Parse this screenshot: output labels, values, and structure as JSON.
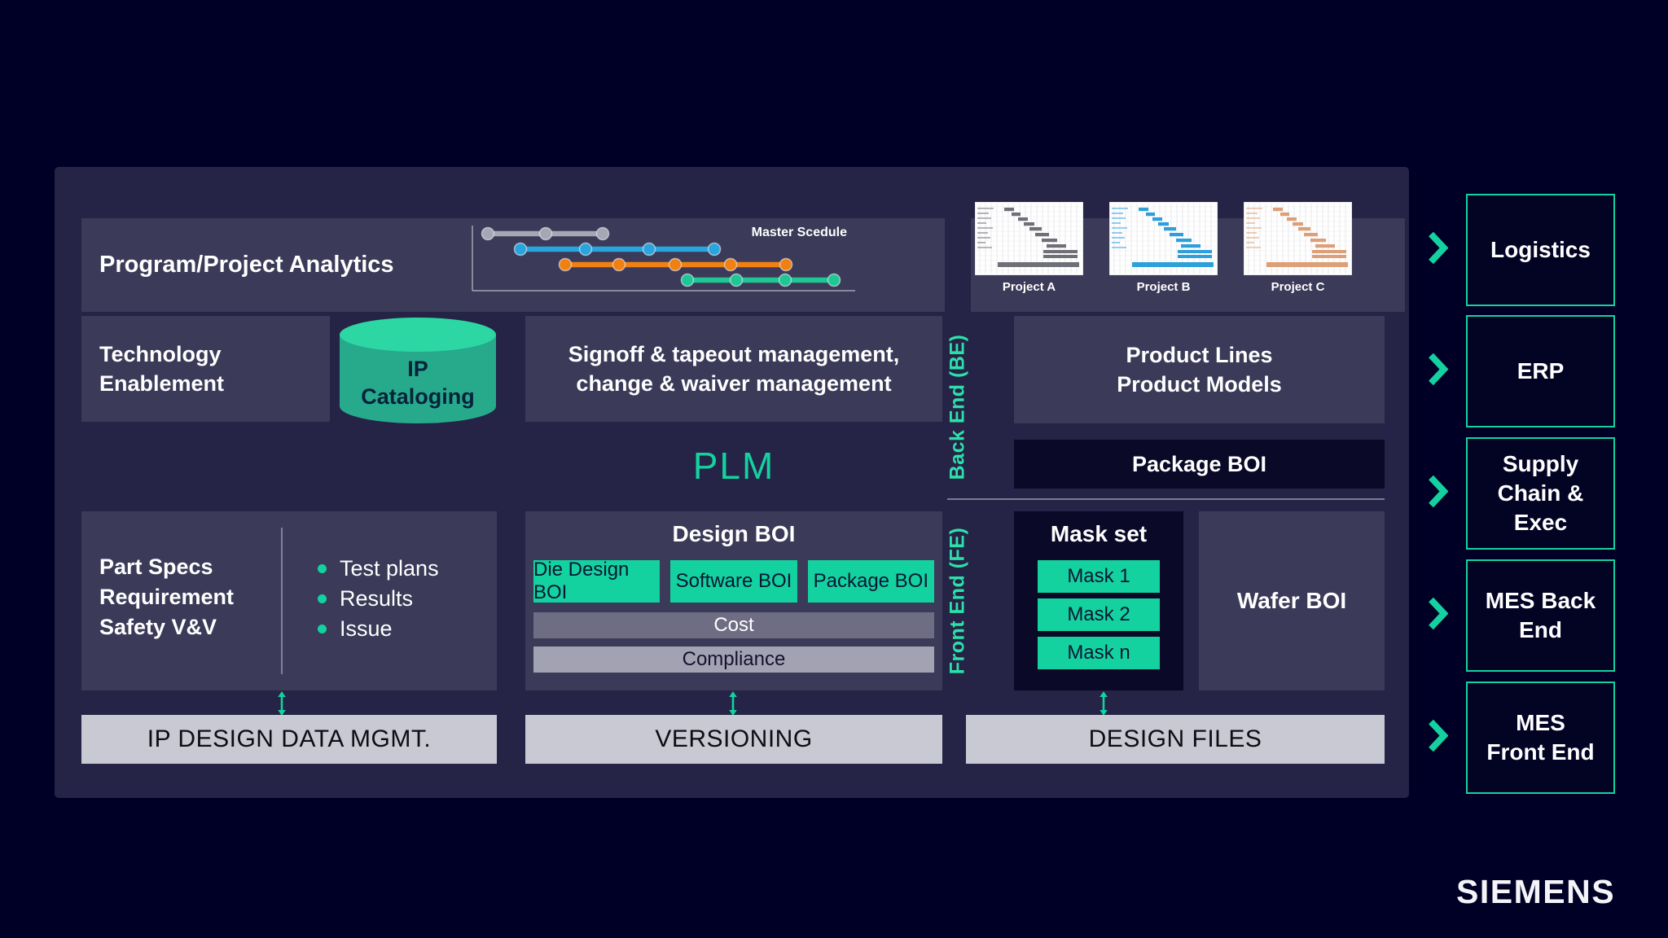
{
  "theme": {
    "page_bg": "#000026",
    "container_bg": "#252346",
    "panel_bg": "#3b3a58",
    "dark_panel_bg": "#0a0928",
    "teal": "#14d1a0",
    "teal_bright": "#2ce0aa",
    "cyl_top": "#2cd7a4",
    "cyl_body": "#27a98c",
    "gray_bar": "#c9c9d3",
    "cost_bar": "#6e6d83",
    "compliance_bar": "#a3a2b3"
  },
  "analytics": {
    "title": "Program/Project Analytics",
    "chart_label": "Master Scedule",
    "gantt_rows": [
      {
        "color": "#a6a6b4",
        "y": 16,
        "dots": [
          27,
          98,
          168
        ]
      },
      {
        "color": "#2aa4dd",
        "y": 35,
        "dots": [
          67,
          147,
          225,
          305
        ]
      },
      {
        "color": "#f08012",
        "y": 54,
        "dots": [
          122,
          188,
          257,
          325,
          393
        ]
      },
      {
        "color": "#1fc795",
        "y": 73,
        "dots": [
          272,
          332,
          392,
          452
        ]
      }
    ]
  },
  "projects": {
    "items": [
      {
        "label": "Project A",
        "color": "#6f6f78"
      },
      {
        "label": "Project B",
        "color": "#2d9fd9"
      },
      {
        "label": "Project C",
        "color": "#dd9f76"
      }
    ]
  },
  "left": {
    "technology": "Technology\nEnablement",
    "ip_cataloging": "IP\nCataloging",
    "part_specs": "Part Specs\nRequirement\nSafety V&V",
    "bullets": [
      "Test plans",
      "Results",
      "Issue"
    ]
  },
  "middle": {
    "signoff": "Signoff & tapeout management,\nchange & waiver management",
    "plm": "PLM",
    "design_boi": {
      "title": "Design BOI",
      "chips": [
        "Die Design BOI",
        "Software BOI",
        "Package BOI"
      ],
      "cost": "Cost",
      "compliance": "Compliance"
    }
  },
  "right_section": {
    "be_label": "Back End (BE)",
    "fe_label": "Front End (FE)",
    "product_lines": "Product Lines\nProduct Models",
    "package_boi": "Package BOI",
    "mask_set": {
      "title": "Mask set",
      "masks": [
        "Mask 1",
        "Mask 2",
        "Mask n"
      ]
    },
    "wafer_boi": "Wafer BOI"
  },
  "bottom_bars": {
    "ip_design": "IP DESIGN DATA MGMT.",
    "versioning": "VERSIONING",
    "design_files": "DESIGN FILES"
  },
  "right_rail": {
    "items": [
      {
        "label": "Logistics"
      },
      {
        "label": "ERP"
      },
      {
        "label": "Supply\nChain &\nExec"
      },
      {
        "label": "MES Back\nEnd"
      },
      {
        "label": "MES\nFront End"
      }
    ]
  },
  "brand": "SIEMENS"
}
